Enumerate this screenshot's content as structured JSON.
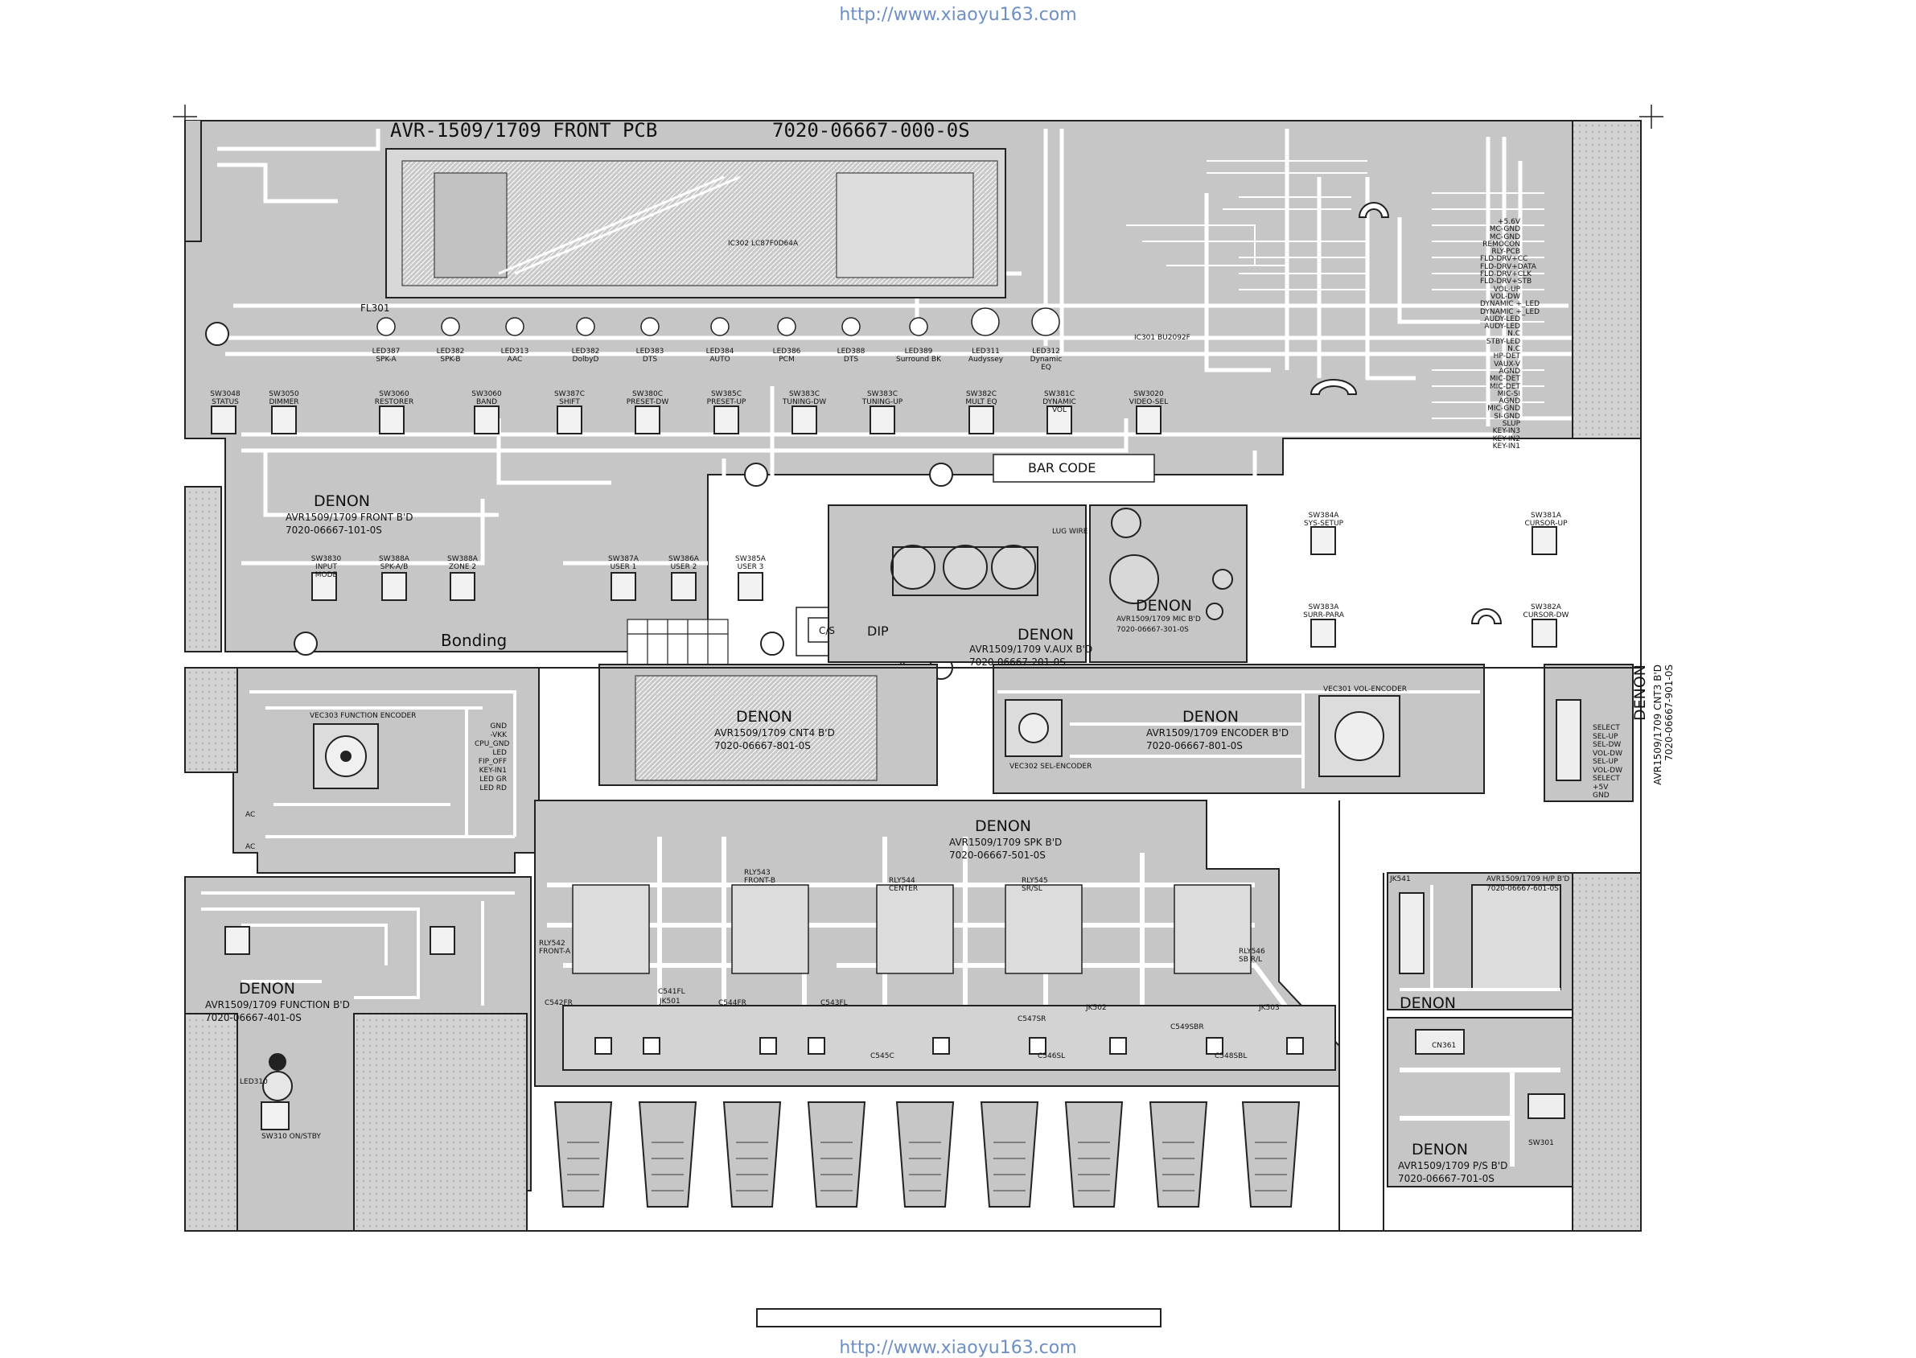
{
  "source_url": "http://www.xiaoyu163.com",
  "colors": {
    "board": "#c8c8c8",
    "trace": "#ffffff",
    "ink": "#111111",
    "watermark": "#e6e6e6",
    "link": "#6e8fc4"
  },
  "header": {
    "pcb_title": "AVR-1509/1709 FRONT PCB",
    "pcb_number": "7020-06667-000-0S"
  },
  "bar_code": "BAR CODE",
  "bonding": "Bonding",
  "dip_label": "DIP",
  "cs_label": "C/S",
  "boards": {
    "front": {
      "brand": "DENON",
      "name": "AVR1509/1709 FRONT B'D",
      "code": "7020-06667-101-0S"
    },
    "cnt4": {
      "brand": "DENON",
      "name": "AVR1509/1709 CNT4 B'D",
      "code": "7020-06667-801-0S"
    },
    "vaux": {
      "brand": "DENON",
      "name": "AVR1509/1709 V.AUX B'D",
      "code": "7020-06667-201-0S"
    },
    "mic": {
      "brand": "DENON",
      "name": "AVR1509/1709 MIC B'D",
      "code": "7020-06667-301-0S"
    },
    "encoder": {
      "brand": "DENON",
      "name": "AVR1509/1709 ENCODER B'D",
      "code": "7020-06667-801-0S"
    },
    "cnt3": {
      "brand": "DENON",
      "name": "AVR1509/1709 CNT3 B'D",
      "code": "7020-06667-901-0S"
    },
    "function": {
      "brand": "DENON",
      "name": "AVR1509/1709 FUNCTION B'D",
      "code": "7020-06667-401-0S"
    },
    "spk": {
      "brand": "DENON",
      "name": "AVR1509/1709 SPK B'D",
      "code": "7020-06667-501-0S"
    },
    "hp": {
      "brand": "DENON",
      "name": "AVR1509/1709 H/P B'D",
      "code": "7020-06667-601-0S"
    },
    "ps": {
      "brand": "DENON",
      "name": "AVR1509/1709 P/S B'D",
      "code": "7020-06667-701-0S"
    }
  },
  "front_switches": [
    {
      "ref": "SW3048",
      "name": "STATUS"
    },
    {
      "ref": "SW3050",
      "name": "DIMMER"
    },
    {
      "ref": "SW3060",
      "name": "RESTORER"
    },
    {
      "ref": "SW3060",
      "name": "BAND"
    },
    {
      "ref": "SW387C",
      "name": "SHIFT"
    },
    {
      "ref": "SW380C",
      "name": "PRESET-DW"
    },
    {
      "ref": "SW385C",
      "name": "PRESET-UP"
    },
    {
      "ref": "SW383C",
      "name": "TUNING-DW"
    },
    {
      "ref": "SW383C",
      "name": "TUNING-UP"
    },
    {
      "ref": "SW382C",
      "name": "MULT EQ"
    },
    {
      "ref": "SW381C",
      "name": "DYNAMIC VOL"
    },
    {
      "ref": "SW3020",
      "name": "VIDEO-SEL"
    }
  ],
  "front_leds": [
    {
      "ref": "LED387",
      "name": "SPK-A"
    },
    {
      "ref": "LED382",
      "name": "SPK-B"
    },
    {
      "ref": "LED313",
      "name": "AAC"
    },
    {
      "ref": "LED382",
      "name": "DolbyD"
    },
    {
      "ref": "LED383",
      "name": "DTS"
    },
    {
      "ref": "LED384",
      "name": "AUTO"
    },
    {
      "ref": "LED386",
      "name": "PCM"
    },
    {
      "ref": "LED388",
      "name": "DTS"
    },
    {
      "ref": "LED389",
      "name": "Surround BK"
    },
    {
      "ref": "LED311",
      "name": "Audyssey"
    },
    {
      "ref": "LED312",
      "name": "Dynamic EQ"
    }
  ],
  "user_switches": [
    {
      "ref": "SW3830",
      "name": "INPUT MODE"
    },
    {
      "ref": "SW388A",
      "name": "SPK-A/B"
    },
    {
      "ref": "SW388A",
      "name": "ZONE 2"
    },
    {
      "ref": "SW387A",
      "name": "USER 1"
    },
    {
      "ref": "SW386A",
      "name": "USER 2"
    },
    {
      "ref": "SW385A",
      "name": "USER 3"
    }
  ],
  "cursor_switches": [
    {
      "ref": "SW384A",
      "name": "SYS-SETUP"
    },
    {
      "ref": "SW381A",
      "name": "CURSOR-UP"
    },
    {
      "ref": "SW383A",
      "name": "SURR-PARA"
    },
    {
      "ref": "SW382A",
      "name": "CURSOR-DW"
    }
  ],
  "ic_labels": {
    "vfd": "FL301",
    "ic302": "IC302 LC87F0D64A",
    "ic301": "IC301 BU2092F",
    "vec303": "VEC303 FUNCTION ENCODER",
    "vec301": "VEC301 VOL-ENCODER",
    "vec302": "VEC302 SEL-ENCODER"
  },
  "speaker_relays": [
    {
      "ref": "RLY542",
      "name": "FRONT-A"
    },
    {
      "ref": "RLY543",
      "name": "FRONT-B"
    },
    {
      "ref": "RLY544",
      "name": "CENTER"
    },
    {
      "ref": "RLY545",
      "name": "SR/SL"
    },
    {
      "ref": "RLY546",
      "name": "SB R/L"
    }
  ],
  "speaker_jacks": [
    "JK501",
    "JK502",
    "JK503"
  ],
  "speaker_caps": [
    "C542FR",
    "C541FL",
    "C544FR",
    "C543FL",
    "C545C",
    "C547SR",
    "C546SL",
    "C549SBR",
    "C548SBL"
  ],
  "cn_pins_right": [
    "+5.6V",
    "MC-GND",
    "MC-GND",
    "REMOCON",
    "RLY-PCB",
    "FLD-DRV+CC",
    "FLD-DRV+DATA",
    "FLD-DRV+CLK",
    "FLD-DRV+STB",
    "VOL-UP",
    "VOL-DW",
    "DYNAMIC +_LED",
    "DYNAMIC +_LED",
    "AUDY-LED",
    "AUDY-LED",
    "N.C",
    "STBY-LED",
    "N.C",
    "HP-DET",
    "VAUX-V",
    "AGND",
    "MIC-DET",
    "MIC-DET",
    "MIC-SI",
    "AGND",
    "MIC-GND",
    "SI-GND",
    "SLUP",
    "KEY-IN3",
    "KEY-IN2",
    "KEY-IN1"
  ],
  "encoder_pins": [
    "SELECT",
    "SEL-UP",
    "SEL-DW",
    "VOL-DW",
    "SEL-UP",
    "VOL-DW",
    "SELECT",
    "+5V",
    "GND"
  ],
  "function_pins": [
    "GND",
    "-VKK",
    "CPU_GND",
    "LED",
    "FIP_OFF",
    "KEY-IN1",
    "LED GR",
    "LED RD"
  ],
  "misc": {
    "ac": "AC",
    "ac2": "AC",
    "main_switch": "SW310 ON/STBY",
    "led310": "LED310",
    "hp_jack": "JK541",
    "ps_switch": "SW301",
    "cn361": "CN361",
    "lug_wire": "LUG WIRE"
  }
}
